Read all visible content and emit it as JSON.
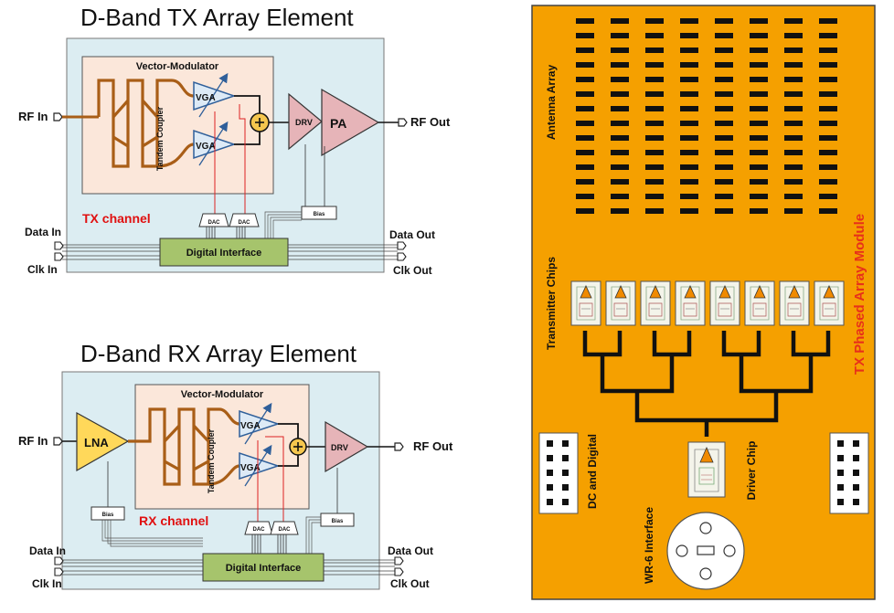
{
  "tx": {
    "title": "D-Band TX Array Element",
    "vm_label": "Vector-Modulator",
    "coupler_label": "Tandem Coupler",
    "vga_label": "VGA",
    "dac_label": "DAC",
    "bias_label": "Bias",
    "drv_label": "DRV",
    "pa_label": "PA",
    "channel_label": "TX channel",
    "digital_label": "Digital Interface",
    "rf_in": "RF In",
    "rf_out": "RF Out",
    "data_in": "Data In",
    "data_out": "Data Out",
    "clk_in": "Clk In",
    "clk_out": "Clk Out"
  },
  "rx": {
    "title": "D-Band RX Array Element",
    "vm_label": "Vector-Modulator",
    "coupler_label": "Tandem Coupler",
    "vga_label": "VGA",
    "dac_label": "DAC",
    "bias_label": "Bias",
    "lna_label": "LNA",
    "drv_label": "DRV",
    "channel_label": "RX channel",
    "digital_label": "Digital Interface",
    "rf_in": "RF In",
    "rf_out": "RF Out",
    "data_in": "Data In",
    "data_out": "Data Out",
    "clk_in": "Clk In",
    "clk_out": "Clk Out"
  },
  "module": {
    "title": "TX Phased Array Module",
    "antenna_label": "Antenna Array",
    "transmitter_label": "Transmitter Chips",
    "dc_label": "DC and Digital",
    "wr6_label": "WR-6 Interface",
    "driver_label": "Driver Chip",
    "antenna_columns": 8,
    "antenna_rows": 14,
    "transmitter_chips": 8
  },
  "colors": {
    "block_bg": "#dcedf2",
    "vm_bg": "#fbe7da",
    "coupler": "#a95e17",
    "vga_fill": "#ddeaf6",
    "vga_stroke": "#2f5f9a",
    "amp_fill": "#e6b4b8",
    "lna_fill": "#ffd85a",
    "digital_fill": "#a6c46c",
    "orange": "#f5a000",
    "red_text": "#e01010"
  }
}
